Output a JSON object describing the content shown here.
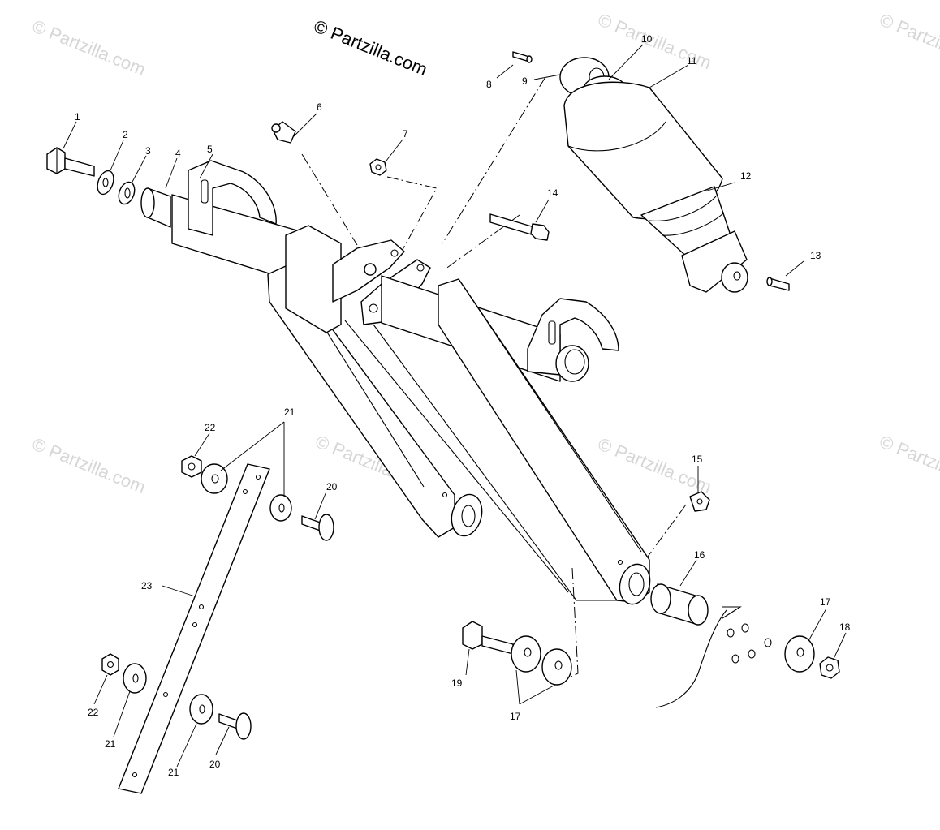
{
  "copyright_text": "© Partzilla.com",
  "watermark_text": "© Partzilla.com",
  "callouts": {
    "c1": "1",
    "c2": "2",
    "c3": "3",
    "c4": "4",
    "c5": "5",
    "c6": "6",
    "c7": "7",
    "c8": "8",
    "c9": "9",
    "c10": "10",
    "c11": "11",
    "c12": "12",
    "c13": "13",
    "c14": "14",
    "c15": "15",
    "c16": "16",
    "c17a": "17",
    "c17b": "17",
    "c18": "18",
    "c19": "19",
    "c20a": "20",
    "c20b": "20",
    "c21a": "21",
    "c21b": "21",
    "c21c": "21",
    "c22a": "22",
    "c22b": "22",
    "c23": "23"
  },
  "colors": {
    "line": "#000000",
    "watermark": "#d6d6d6",
    "background": "#ffffff"
  }
}
